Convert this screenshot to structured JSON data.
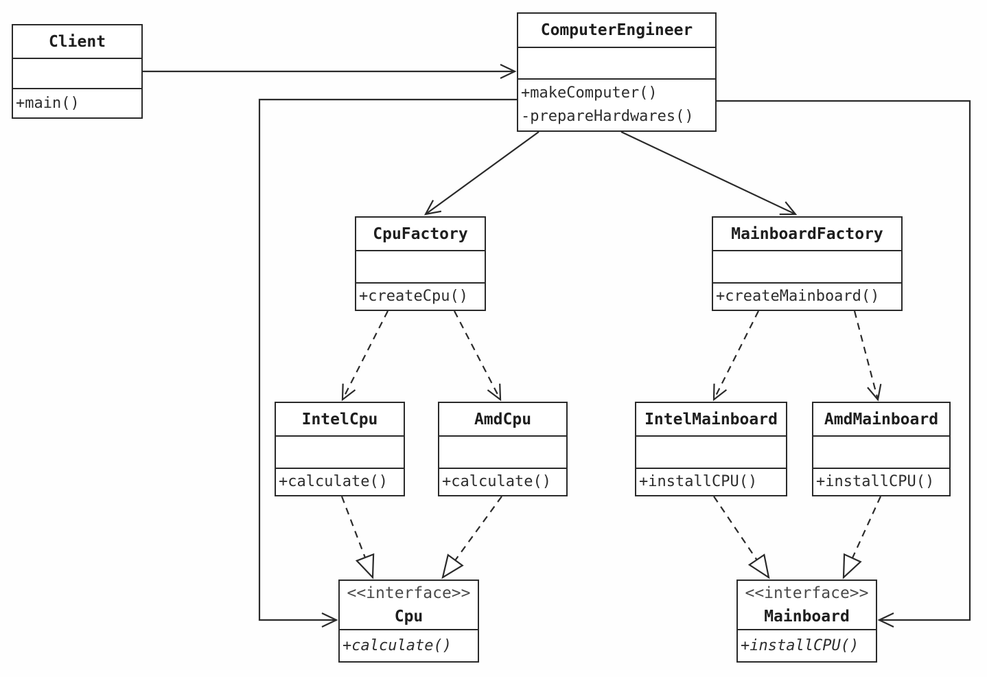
{
  "diagram": {
    "kind": "uml-class-diagram",
    "colors": {
      "line": "#2a2a2a",
      "text": "#1e1e1e",
      "background": "#ffffff"
    },
    "classes": {
      "client": {
        "name": "Client",
        "methods": [
          "+main()"
        ]
      },
      "engineer": {
        "name": "ComputerEngineer",
        "methods": [
          "+makeComputer()",
          "-prepareHardwares()"
        ]
      },
      "cpuFactory": {
        "name": "CpuFactory",
        "methods": [
          "+createCpu()"
        ]
      },
      "mbFactory": {
        "name": "MainboardFactory",
        "methods": [
          "+createMainboard()"
        ]
      },
      "intelCpu": {
        "name": "IntelCpu",
        "methods": [
          "+calculate()"
        ]
      },
      "amdCpu": {
        "name": "AmdCpu",
        "methods": [
          "+calculate()"
        ]
      },
      "intelMainboard": {
        "name": "IntelMainboard",
        "methods": [
          "+installCPU()"
        ]
      },
      "amdMainboard": {
        "name": "AmdMainboard",
        "methods": [
          "+installCPU()"
        ]
      },
      "cpuInterface": {
        "stereotype": "<<interface>>",
        "name": "Cpu",
        "methods": [
          "+calculate()"
        ]
      },
      "mainboardInterface": {
        "stereotype": "<<interface>>",
        "name": "Mainboard",
        "methods": [
          "+installCPU()"
        ]
      }
    },
    "relationships": [
      {
        "from": "Client",
        "to": "ComputerEngineer",
        "type": "association",
        "line": "solid",
        "arrow": "open"
      },
      {
        "from": "ComputerEngineer",
        "to": "CpuFactory",
        "type": "dependency",
        "line": "solid",
        "arrow": "open"
      },
      {
        "from": "ComputerEngineer",
        "to": "MainboardFactory",
        "type": "dependency",
        "line": "solid",
        "arrow": "open"
      },
      {
        "from": "CpuFactory",
        "to": "IntelCpu",
        "type": "dependency",
        "line": "dashed",
        "arrow": "open"
      },
      {
        "from": "CpuFactory",
        "to": "AmdCpu",
        "type": "dependency",
        "line": "dashed",
        "arrow": "open"
      },
      {
        "from": "MainboardFactory",
        "to": "IntelMainboard",
        "type": "dependency",
        "line": "dashed",
        "arrow": "open"
      },
      {
        "from": "MainboardFactory",
        "to": "AmdMainboard",
        "type": "dependency",
        "line": "dashed",
        "arrow": "open"
      },
      {
        "from": "IntelCpu",
        "to": "Cpu",
        "type": "realization",
        "line": "dashed",
        "arrow": "hollow-triangle"
      },
      {
        "from": "AmdCpu",
        "to": "Cpu",
        "type": "realization",
        "line": "dashed",
        "arrow": "hollow-triangle"
      },
      {
        "from": "IntelMainboard",
        "to": "Mainboard",
        "type": "realization",
        "line": "dashed",
        "arrow": "hollow-triangle"
      },
      {
        "from": "AmdMainboard",
        "to": "Mainboard",
        "type": "realization",
        "line": "dashed",
        "arrow": "hollow-triangle"
      },
      {
        "from": "ComputerEngineer",
        "to": "Cpu",
        "type": "association",
        "line": "solid",
        "arrow": "open"
      },
      {
        "from": "ComputerEngineer",
        "to": "Mainboard",
        "type": "association",
        "line": "solid",
        "arrow": "open"
      }
    ]
  }
}
